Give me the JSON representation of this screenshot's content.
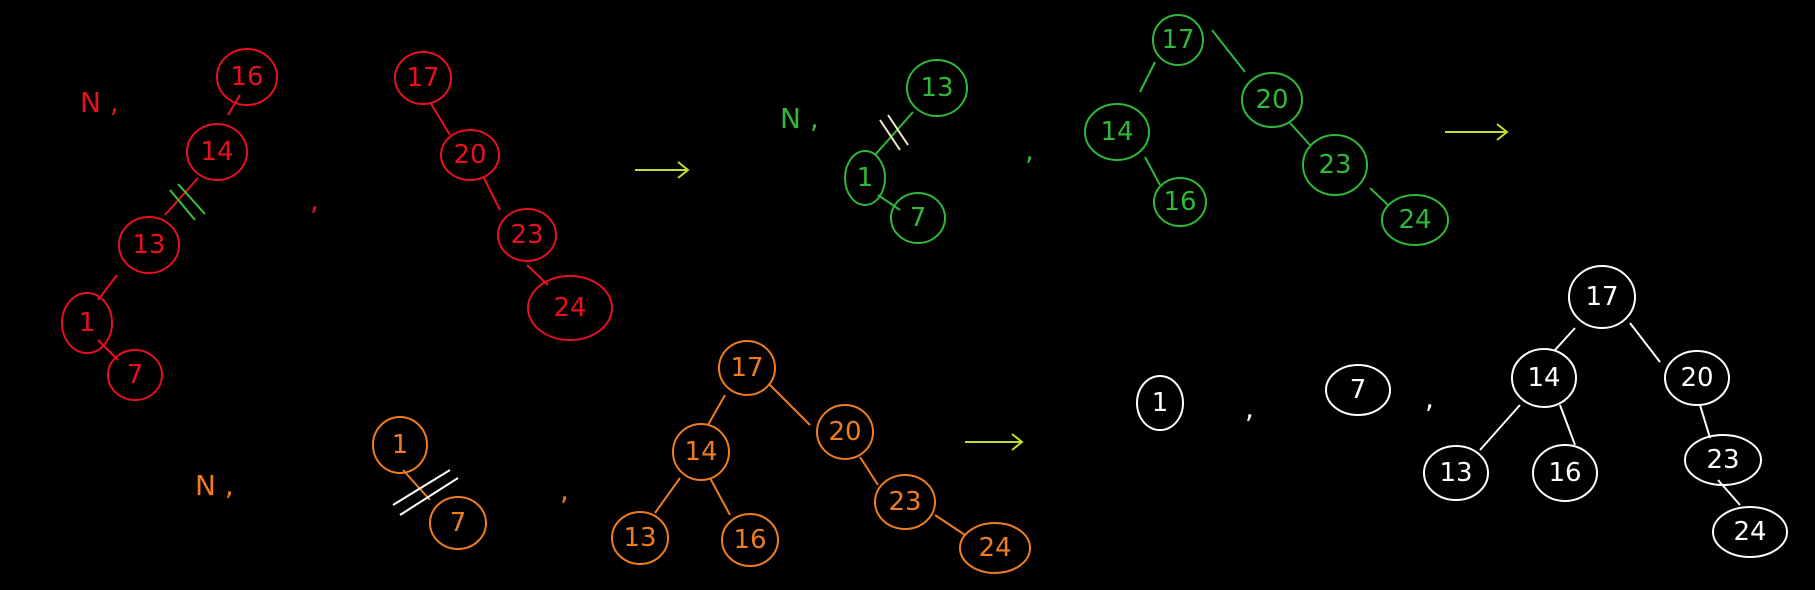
{
  "colors": {
    "red": "#e8101f",
    "orange": "#ef7d1f",
    "green": "#2fb83a",
    "white": "#ffffff",
    "arrow": "#c6dc2a",
    "cut_mark_green": "#3ac33f",
    "cut_mark_pale": "#f3e7c3"
  },
  "stages": [
    {
      "id": "stage1",
      "color": "red",
      "symbol": "N ,",
      "separator": ",",
      "nodes": [
        "16",
        "14",
        "13",
        "1",
        "7",
        "17",
        "20",
        "23",
        "24"
      ],
      "edges": [
        [
          "16",
          "14"
        ],
        [
          "14",
          "13"
        ],
        [
          "13",
          "1"
        ],
        [
          "1",
          "7"
        ],
        [
          "17",
          "20"
        ],
        [
          "20",
          "23"
        ],
        [
          "23",
          "24"
        ]
      ],
      "cut_edge": [
        "14",
        "13"
      ]
    },
    {
      "id": "stage2",
      "color": "green",
      "symbol": "N ,",
      "separator": ",",
      "nodes": [
        "13",
        "1",
        "7",
        "17",
        "14",
        "16",
        "20",
        "23",
        "24"
      ],
      "edges": [
        [
          "13",
          "1"
        ],
        [
          "1",
          "7"
        ],
        [
          "17",
          "14"
        ],
        [
          "14",
          "16"
        ],
        [
          "17",
          "20"
        ],
        [
          "20",
          "23"
        ],
        [
          "23",
          "24"
        ]
      ],
      "cut_edge": [
        "13",
        "1"
      ]
    },
    {
      "id": "stage3",
      "color": "orange",
      "symbol": "N ,",
      "separator": ",",
      "nodes": [
        "1",
        "7",
        "17",
        "14",
        "13",
        "16",
        "20",
        "23",
        "24"
      ],
      "edges": [
        [
          "1",
          "7"
        ],
        [
          "17",
          "14"
        ],
        [
          "14",
          "13"
        ],
        [
          "14",
          "16"
        ],
        [
          "17",
          "20"
        ],
        [
          "20",
          "23"
        ],
        [
          "23",
          "24"
        ]
      ],
      "cut_edge": [
        "1",
        "7"
      ]
    },
    {
      "id": "stage4",
      "color": "white",
      "separators": [
        ",",
        ","
      ],
      "nodes": [
        "1",
        "7",
        "17",
        "14",
        "13",
        "16",
        "20",
        "23",
        "24"
      ],
      "edges": [
        [
          "17",
          "14"
        ],
        [
          "14",
          "13"
        ],
        [
          "14",
          "16"
        ],
        [
          "17",
          "20"
        ],
        [
          "20",
          "23"
        ],
        [
          "23",
          "24"
        ]
      ]
    }
  ]
}
